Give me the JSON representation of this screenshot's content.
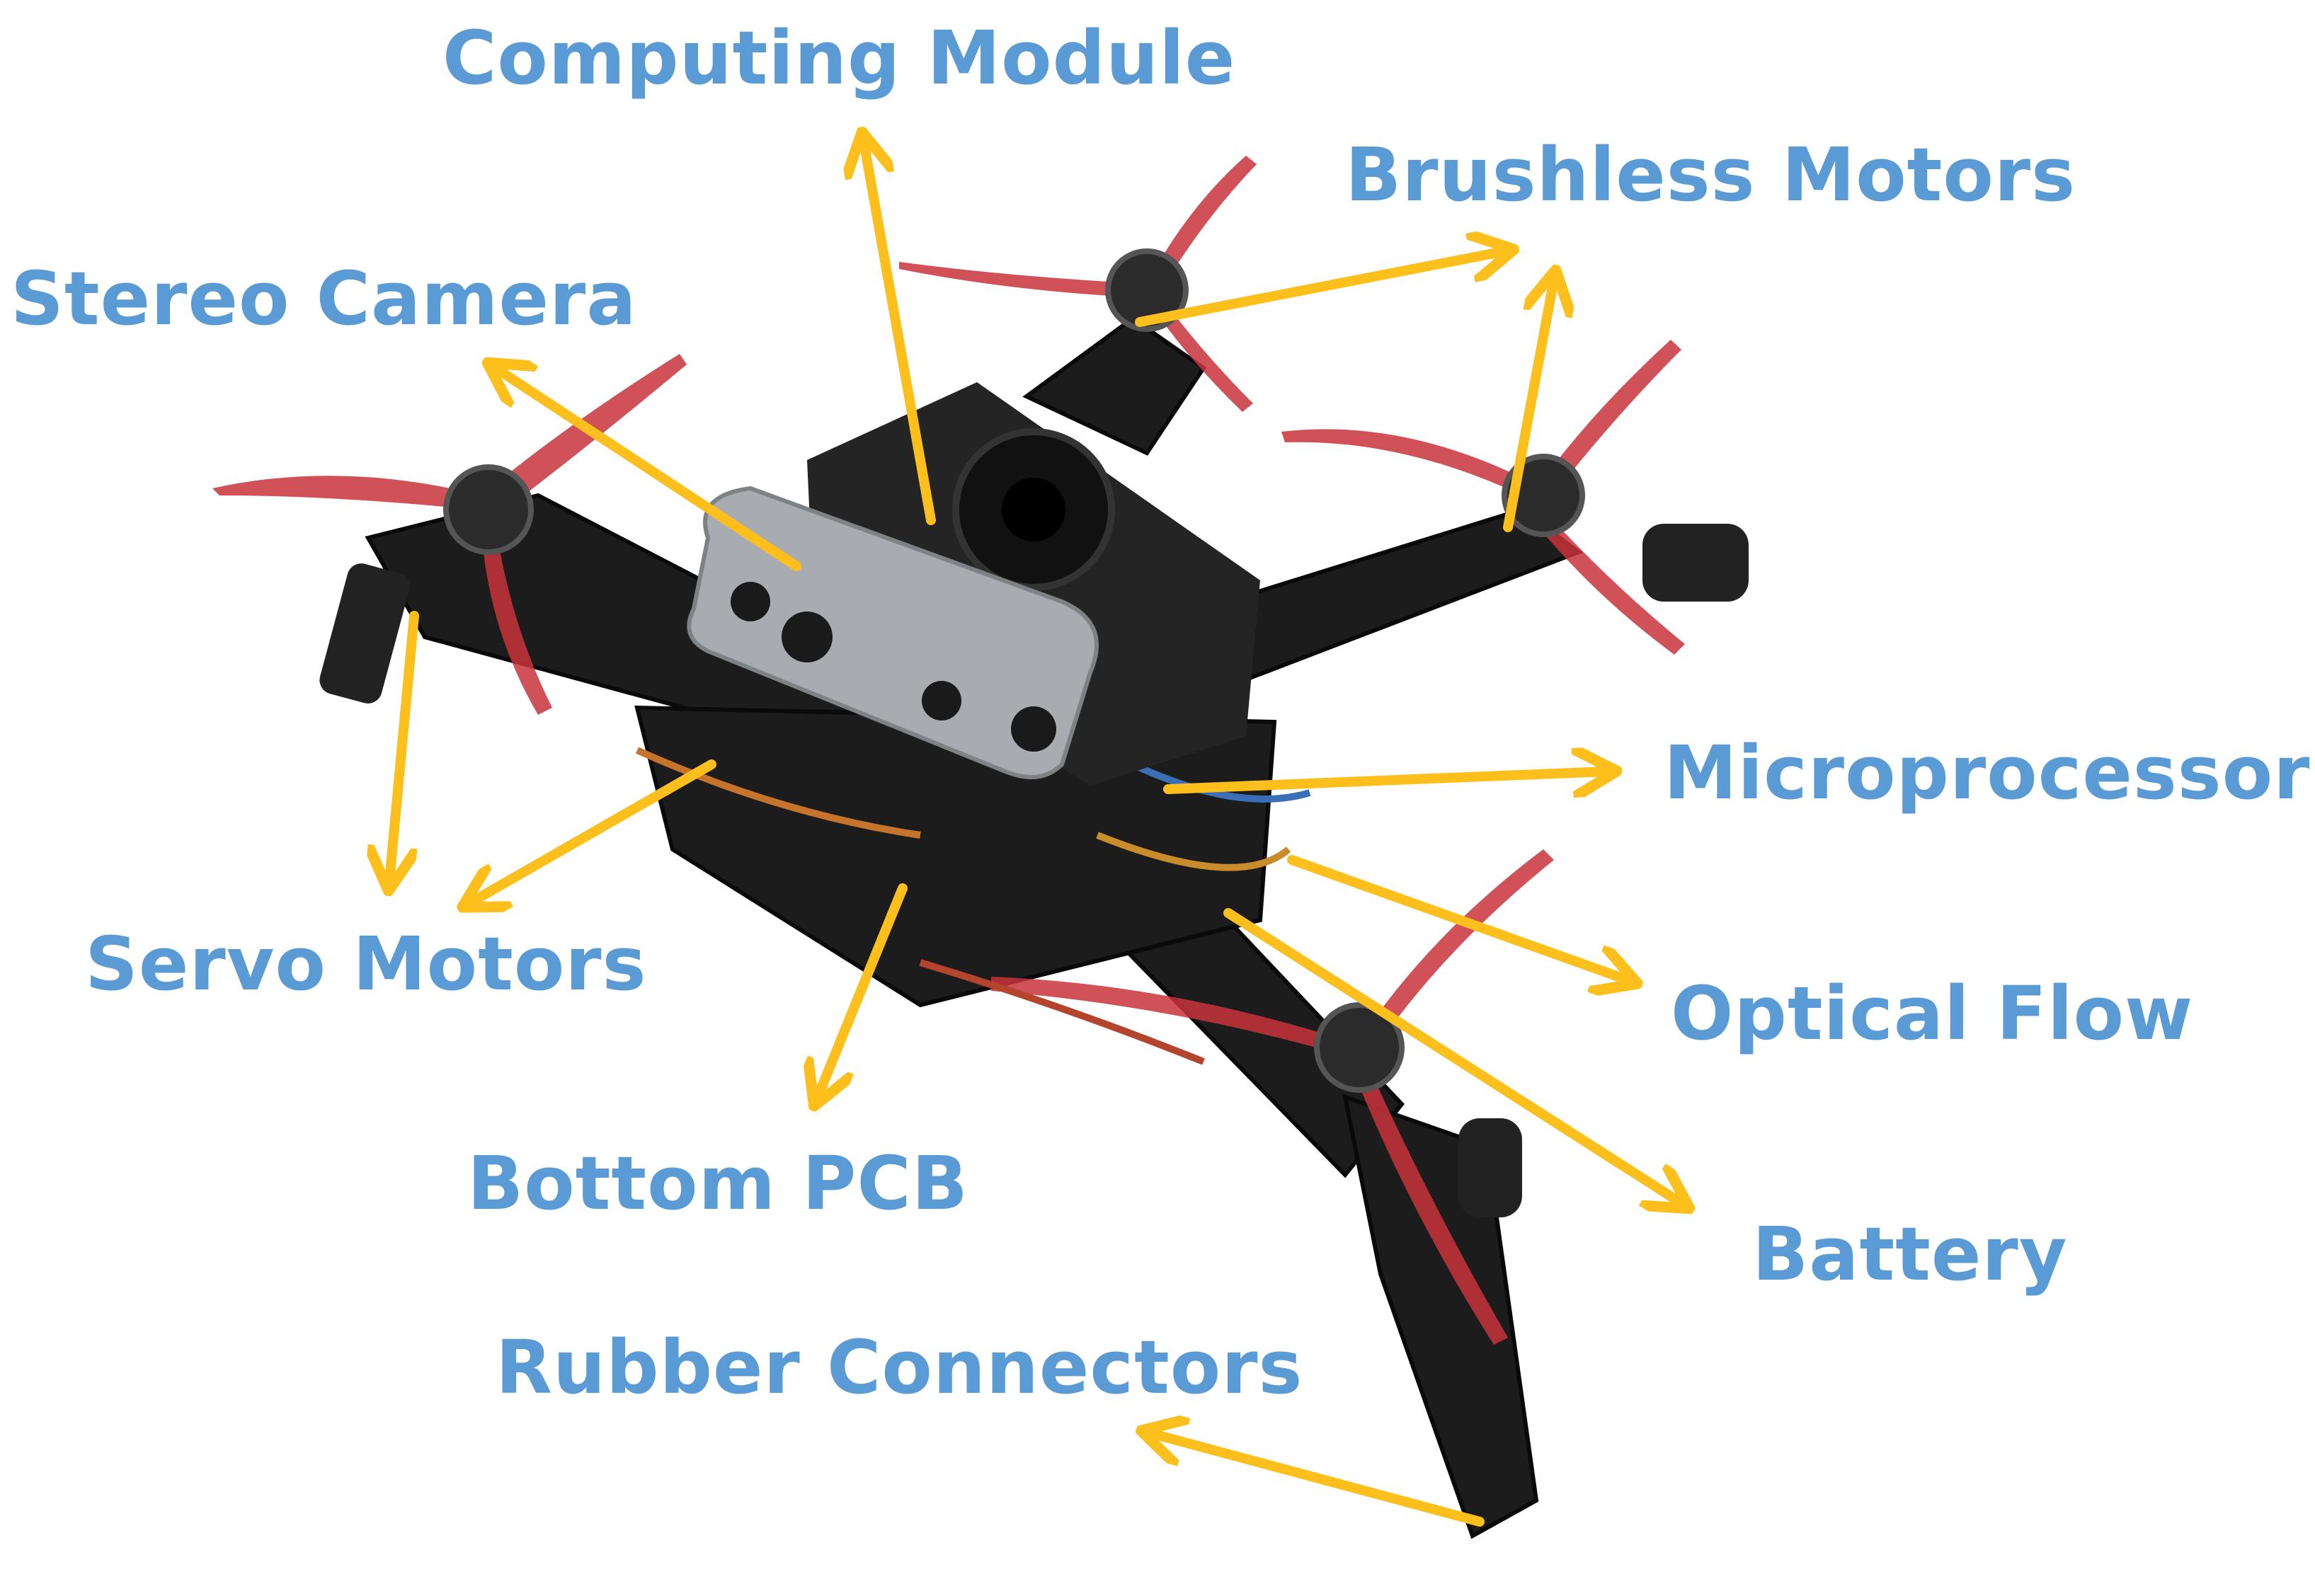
{
  "colors": {
    "label_text": "#5b9bd5",
    "arrow": "#fdbf1c",
    "frame": "#1c1c1c",
    "propeller": "#c8323a",
    "camera_body": "#a8abaf",
    "heatsink": "#242424"
  },
  "labels": {
    "computing_module": "Computing Module",
    "brushless_motors": "Brushless Motors",
    "stereo_camera": "Stereo Camera",
    "microprocessor": "Microprocessor",
    "optical_flow": "Optical Flow",
    "servo_motors": "Servo Motors",
    "bottom_pcb": "Bottom PCB",
    "battery": "Battery",
    "rubber_connectors": "Rubber Connectors"
  }
}
